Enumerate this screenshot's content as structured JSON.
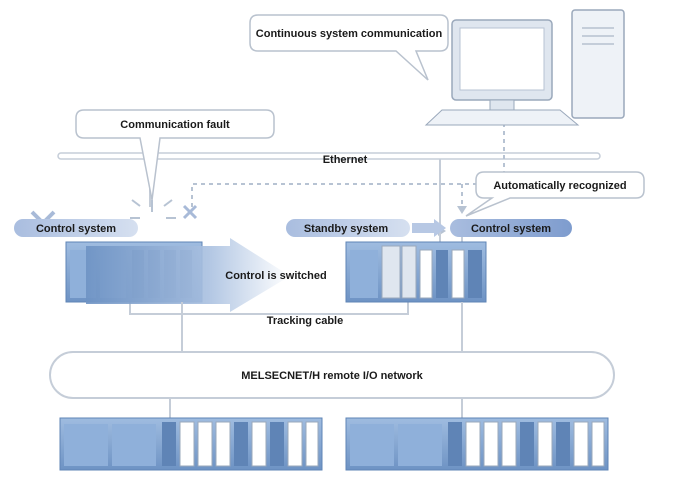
{
  "labels": {
    "continuous_comm": "Continuous system communication",
    "comm_fault": "Communication fault",
    "ethernet": "Ethernet",
    "auto_recognized": "Automatically recognized",
    "control_system_left": "Control system",
    "standby_system": "Standby system",
    "control_system_right": "Control system",
    "control_switched": "Control is switched",
    "tracking_cable": "Tracking cable",
    "remote_io_network": "MELSECNET/H remote I/O network"
  },
  "colors": {
    "line": "#c5cdd8",
    "callout_border": "#b9c2ce",
    "plc_blue": "#7fa2cf",
    "plc_dark": "#5f84b6",
    "pill_light": "#b7c8e4",
    "pill_dark": "#8aa6d2",
    "fault_x": "#9aaed0"
  }
}
